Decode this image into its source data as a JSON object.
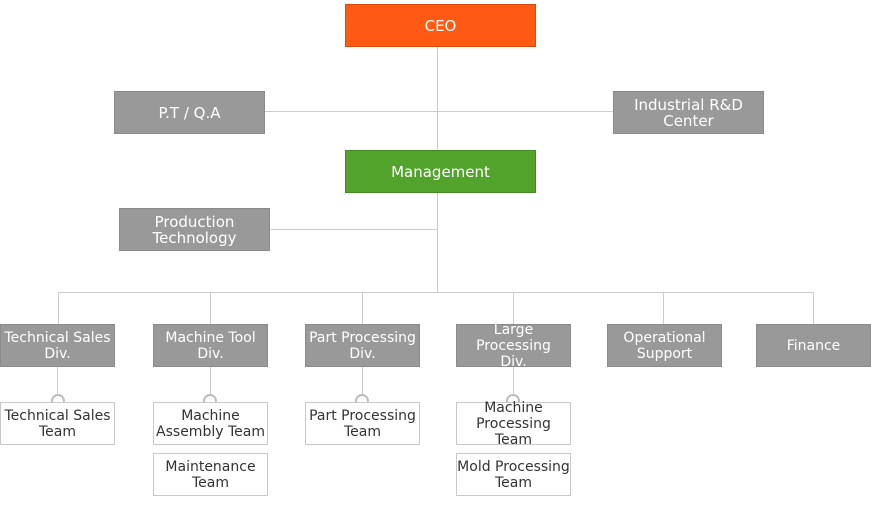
{
  "chart": {
    "ceo": "CEO",
    "pt_qa": "P.T / Q.A",
    "rnd": "Industrial R&D\nCenter",
    "management": "Management",
    "production_technology": "Production\nTechnology",
    "divisions": [
      {
        "label": "Technical Sales\nDiv.",
        "teams": [
          "Technical Sales\nTeam"
        ]
      },
      {
        "label": "Machine Tool Div.",
        "teams": [
          "Machine\nAssembly Team",
          "Maintenance\nTeam"
        ]
      },
      {
        "label": "Part Processing\nDiv.",
        "teams": [
          "Part Processing\nTeam"
        ]
      },
      {
        "label": "Large Processing\nDiv.",
        "teams": [
          "Machine\nProcessing Team",
          "Mold Processing\nTeam"
        ]
      },
      {
        "label": "Operational\nSupport",
        "teams": []
      },
      {
        "label": "Finance",
        "teams": []
      }
    ]
  },
  "colors": {
    "ceo": "#ff5a14",
    "management": "#52a32c",
    "node": "#999999",
    "line": "#cccccc"
  }
}
